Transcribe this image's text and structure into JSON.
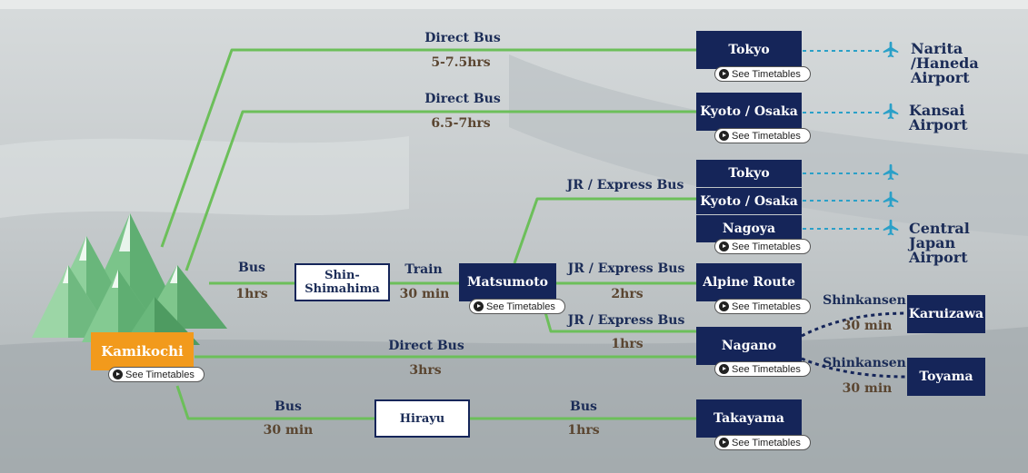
{
  "origin": {
    "label": "Kamikochi",
    "timetable": "See Timetables"
  },
  "hubs": {
    "shin_shimashima": "Shin-\nShimahima",
    "hirayu": "Hirayu",
    "matsumoto": {
      "label": "Matsumoto",
      "timetable": "See Timetables"
    }
  },
  "destinations": {
    "tokyo_direct": {
      "label": "Tokyo",
      "timetable": "See Timetables"
    },
    "kyoto_direct": {
      "label": "Kyoto / Osaka",
      "timetable": "See Timetables"
    },
    "tokyo_jr": {
      "label": "Tokyo"
    },
    "kyoto_jr": {
      "label": "Kyoto / Osaka"
    },
    "nagoya": {
      "label": "Nagoya",
      "timetable": "See Timetables"
    },
    "alpine": {
      "label": "Alpine Route",
      "timetable": "See Timetables"
    },
    "nagano": {
      "label": "Nagano",
      "timetable": "See Timetables"
    },
    "takayama": {
      "label": "Takayama",
      "timetable": "See Timetables"
    },
    "karuizawa": {
      "label": "Karuizawa"
    },
    "toyama": {
      "label": "Toyama"
    }
  },
  "routes": {
    "tokyo_mode": "Direct Bus",
    "tokyo_time": "5-7.5hrs",
    "kyoto_mode": "Direct Bus",
    "kyoto_time": "6.5-7hrs",
    "shin_mode": "Bus",
    "shin_time": "1hrs",
    "train_mode": "Train",
    "train_time": "30 min",
    "jr_top_mode": "JR / Express Bus",
    "alpine_mode": "JR / Express Bus",
    "alpine_time": "2hrs",
    "nagano_jr_mode": "JR / Express Bus",
    "nagano_jr_time": "1hrs",
    "nagano_direct_mode": "Direct Bus",
    "nagano_direct_time": "3hrs",
    "hirayu_mode": "Bus",
    "hirayu_time": "30 min",
    "takayama_mode": "Bus",
    "takayama_time": "1hrs",
    "karuizawa_mode": "Shinkansen",
    "karuizawa_time": "30 min",
    "toyama_mode": "Shinkansen",
    "toyama_time": "30 min"
  },
  "airports": {
    "narita_haneda": "Narita\n/Haneda\nAirport",
    "kansai": "Kansai\nAirport",
    "central_japan": "Central\nJapan\nAirport"
  },
  "colors": {
    "route_line": "#6cbf5a",
    "navy": "#152559",
    "origin": "#f29a1c",
    "airport_link": "#2aa0c8",
    "shinkansen_link": "#152559"
  },
  "icons": [
    "mountain-illustration",
    "play-icon",
    "airplane-icon"
  ]
}
